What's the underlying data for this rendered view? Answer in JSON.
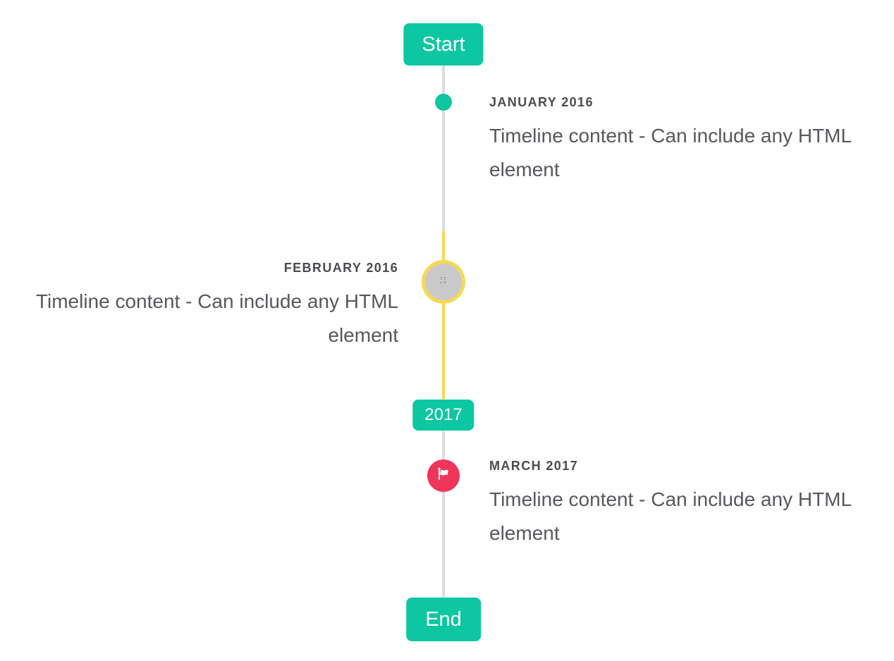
{
  "theme": {
    "accent_teal": "#0cc7a2",
    "accent_yellow": "#f7d856",
    "accent_red": "#f0355b",
    "line_gray": "#dcdcdc",
    "avatar_gray": "#c9c9c9",
    "title_color": "#4a4b4e",
    "body_color": "#56585c"
  },
  "timeline": {
    "start_label": "Start",
    "year_label": "2017",
    "end_label": "End",
    "items": [
      {
        "title": "JANUARY 2016",
        "content": "Timeline content - Can include any HTML element",
        "side": "right",
        "marker_icon": "teal-dot"
      },
      {
        "title": "FEBRUARY 2016",
        "content": "Timeline content - Can include any HTML element",
        "side": "left",
        "marker_icon": "broken-image-icon"
      },
      {
        "title": "MARCH 2017",
        "content": "Timeline content - Can include any HTML element",
        "side": "right",
        "marker_icon": "flag-icon"
      }
    ]
  }
}
